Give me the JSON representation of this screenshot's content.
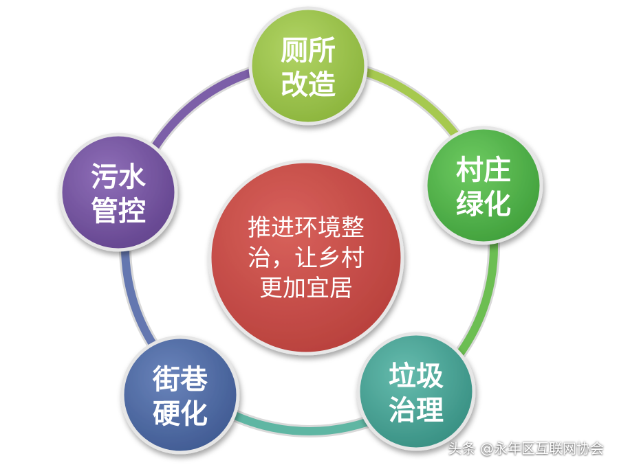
{
  "center": {
    "lines": [
      "推进环境整",
      "治，让乡村",
      "更加宜居"
    ],
    "color": "#c9504b"
  },
  "nodes": [
    {
      "id": "toilet",
      "lines": [
        "厕所",
        "改造"
      ],
      "color": "#9fc74e",
      "text_color": "#ffffff"
    },
    {
      "id": "greening",
      "lines": [
        "村庄",
        "绿化"
      ],
      "color": "#58b94f",
      "text_color": "#ffffff"
    },
    {
      "id": "garbage",
      "lines": [
        "垃圾",
        "治理"
      ],
      "color": "#4ea99a",
      "text_color": "#ffffff"
    },
    {
      "id": "streets",
      "lines": [
        "街巷",
        "硬化"
      ],
      "color": "#5570a8",
      "text_color": "#ffffff"
    },
    {
      "id": "sewage",
      "lines": [
        "污水",
        "管控"
      ],
      "color": "#7a59a5",
      "text_color": "#ffffff"
    }
  ],
  "ring_colors": [
    "#a6c94f",
    "#6cbe52",
    "#5fb6a3",
    "#6477b0",
    "#7c5fa8"
  ],
  "watermark": "头条 @永年区互联网协会"
}
